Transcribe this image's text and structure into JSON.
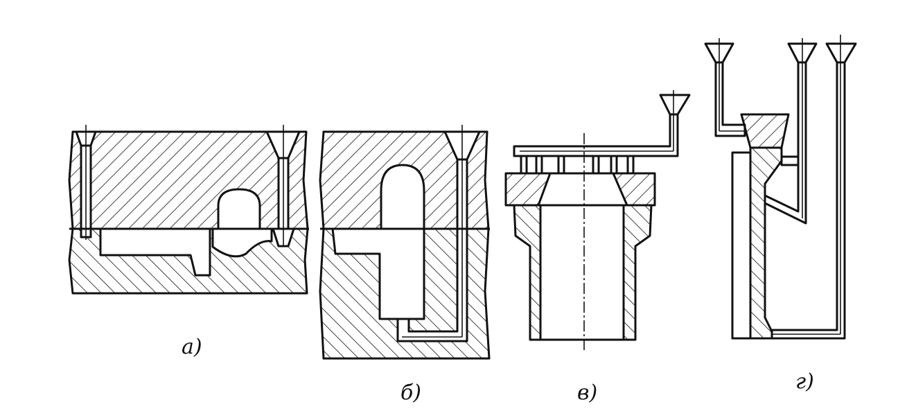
{
  "captions": {
    "a": "а)",
    "b": "б)",
    "v": "в)",
    "g": "г)"
  }
}
